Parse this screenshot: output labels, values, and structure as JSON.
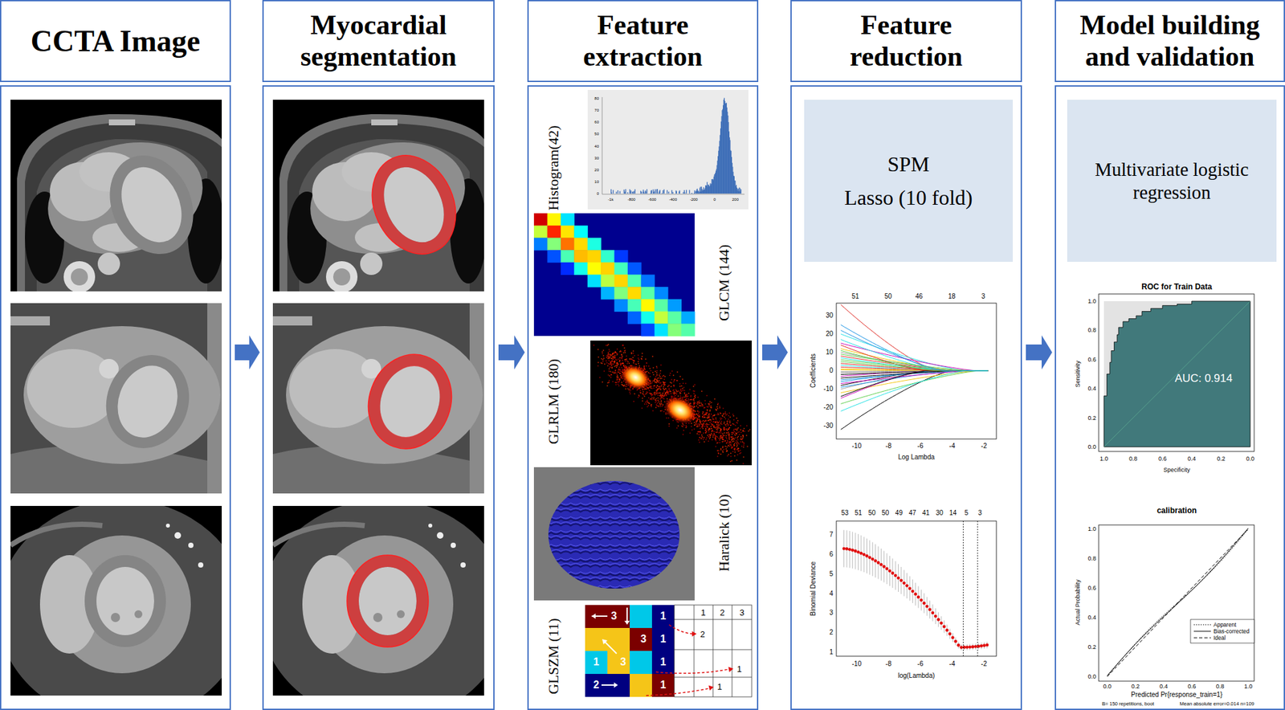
{
  "diagram": {
    "nodes": [
      {
        "text": [
          "CCTA Image"
        ]
      },
      {
        "text": []
      },
      {
        "text": [
          "Myocardial segmentation"
        ]
      },
      {
        "text": []
      },
      {
        "text": [
          "Feature extraction"
        ]
      },
      {
        "text": []
      },
      {
        "text": [
          "Feature reduction"
        ]
      },
      {
        "text": []
      },
      {
        "text": [
          "SPM",
          "Lasso (10 fold)"
        ],
        "in": 7
      },
      {
        "text": [
          "Model building and validation"
        ]
      },
      {
        "text": []
      },
      {
        "text": [
          "Multivariate logistic regression"
        ],
        "in": 10
      }
    ],
    "edges": [
      {
        "from": 1,
        "to": 3,
        "arrow": "to"
      },
      {
        "from": 3,
        "to": 5,
        "arrow": "to"
      },
      {
        "from": 5,
        "to": 7,
        "arrow": "to"
      },
      {
        "from": 7,
        "to": 10,
        "arrow": "to"
      }
    ],
    "labels": [
      "Histogram(42)",
      "80",
      "70",
      "60",
      "50",
      "40",
      "30",
      "20",
      "10",
      "0",
      "-1k",
      "-800",
      "-600",
      "-400",
      "-200",
      "0",
      "200",
      "GLCM (144)",
      "GLRLM (180)",
      "Haralick (10)",
      "GLSZM (11)",
      "3",
      "1",
      "3",
      "1",
      "1",
      "3",
      "1",
      "2",
      "1",
      "1",
      "2",
      "3",
      "2",
      "1",
      "1",
      "51",
      "50",
      "46",
      "18",
      "3",
      "30",
      "20",
      "10",
      "0",
      "-10",
      "-20",
      "-30",
      "-10",
      "-8",
      "-6",
      "-4",
      "-2",
      "Coefficients",
      "Log Lambda",
      "53",
      "51",
      "50",
      "50",
      "49",
      "47",
      "41",
      "30",
      "14",
      "5",
      "3",
      "7",
      "6",
      "5",
      "4",
      "3",
      "2",
      "1",
      "-10",
      "-8",
      "-6",
      "-4",
      "-2",
      "Binomial Deviance",
      "log(Lambda)",
      "ROC for Train Data",
      "AUC: 0.914",
      "1.0",
      "0.8",
      "0.6",
      "0.4",
      "0.2",
      "0.0",
      "Sensitivity",
      "1.0",
      "0.8",
      "0.6",
      "0.4",
      "0.2",
      "0.0",
      "Specificity",
      "calibration",
      "1.0",
      "0.8",
      "0.6",
      "0.4",
      "0.2",
      "0.0",
      "Actual Probability",
      "0.0",
      "0.2",
      "0.4",
      "0.6",
      "0.8",
      "1.0",
      "Predicted Pr{response_train=1}",
      "B= 150 repetitions, boot",
      "Mean absolute error=0.014 n=109"
    ],
    "legend": [
      {
        "text": "Apparent"
      },
      {
        "text": "Bias-corrected"
      },
      {
        "text": "Ideal"
      }
    ]
  }
}
